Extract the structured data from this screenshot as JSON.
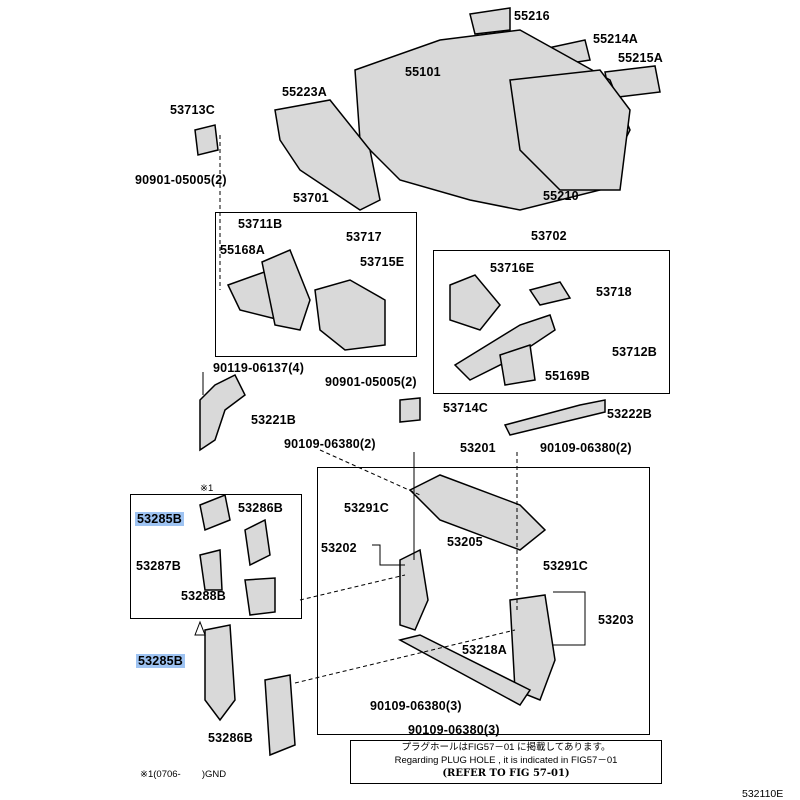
{
  "labels": [
    {
      "id": "p55216",
      "text": "55216"
    },
    {
      "id": "p55214a",
      "text": "55214A"
    },
    {
      "id": "p55215a",
      "text": "55215A"
    },
    {
      "id": "p55101",
      "text": "55101"
    },
    {
      "id": "p55223a",
      "text": "55223A"
    },
    {
      "id": "p53713c",
      "text": "53713C"
    },
    {
      "id": "b9090105005a",
      "text": "90901-05005(2)"
    },
    {
      "id": "p55210",
      "text": "55210"
    },
    {
      "id": "p53701",
      "text": "53701"
    },
    {
      "id": "p53711b",
      "text": "53711B"
    },
    {
      "id": "p53717",
      "text": "53717"
    },
    {
      "id": "p53702",
      "text": "53702"
    },
    {
      "id": "p55168a",
      "text": "55168A"
    },
    {
      "id": "p53715e",
      "text": "53715E"
    },
    {
      "id": "p53716e",
      "text": "53716E"
    },
    {
      "id": "p53718",
      "text": "53718"
    },
    {
      "id": "p53712b",
      "text": "53712B"
    },
    {
      "id": "b9011906137",
      "text": "90119-06137(4)"
    },
    {
      "id": "p55169b",
      "text": "55169B"
    },
    {
      "id": "b9090105005b",
      "text": "90901-05005(2)"
    },
    {
      "id": "p53714c",
      "text": "53714C"
    },
    {
      "id": "p53221b",
      "text": "53221B"
    },
    {
      "id": "p53222b",
      "text": "53222B"
    },
    {
      "id": "b9010906380a",
      "text": "90109-06380(2)"
    },
    {
      "id": "p53201",
      "text": "53201"
    },
    {
      "id": "b9010906380b",
      "text": "90109-06380(2)"
    },
    {
      "id": "mark1",
      "text": "※1"
    },
    {
      "id": "p53285b_a",
      "text": "53285B",
      "highlight": true
    },
    {
      "id": "p53286b_a",
      "text": "53286B"
    },
    {
      "id": "p53291c_a",
      "text": "53291C"
    },
    {
      "id": "p53202",
      "text": "53202"
    },
    {
      "id": "p53205",
      "text": "53205"
    },
    {
      "id": "p53287b",
      "text": "53287B"
    },
    {
      "id": "p53291c_b",
      "text": "53291C"
    },
    {
      "id": "p53288b",
      "text": "53288B"
    },
    {
      "id": "p53203",
      "text": "53203"
    },
    {
      "id": "p53285b_b",
      "text": "53285B",
      "highlight": true
    },
    {
      "id": "p53218a",
      "text": "53218A"
    },
    {
      "id": "b9010906380c",
      "text": "90109-06380(3)"
    },
    {
      "id": "b9010906380d",
      "text": "90109-06380(3)"
    },
    {
      "id": "p53286b_b",
      "text": "53286B"
    }
  ],
  "note": {
    "jp": "プラグホールはFIG57－01 に掲載してあります。",
    "en": "Regarding PLUG HOLE , it is indicated in FIG57－01",
    "refer": "(REFER TO FIG 57-01)"
  },
  "footnote": "※1(0706-        )GND",
  "figure_id": "532110E",
  "colors": {
    "highlight": "#9ec3f2",
    "part_fill": "#d8d8d8",
    "line": "#000000"
  }
}
